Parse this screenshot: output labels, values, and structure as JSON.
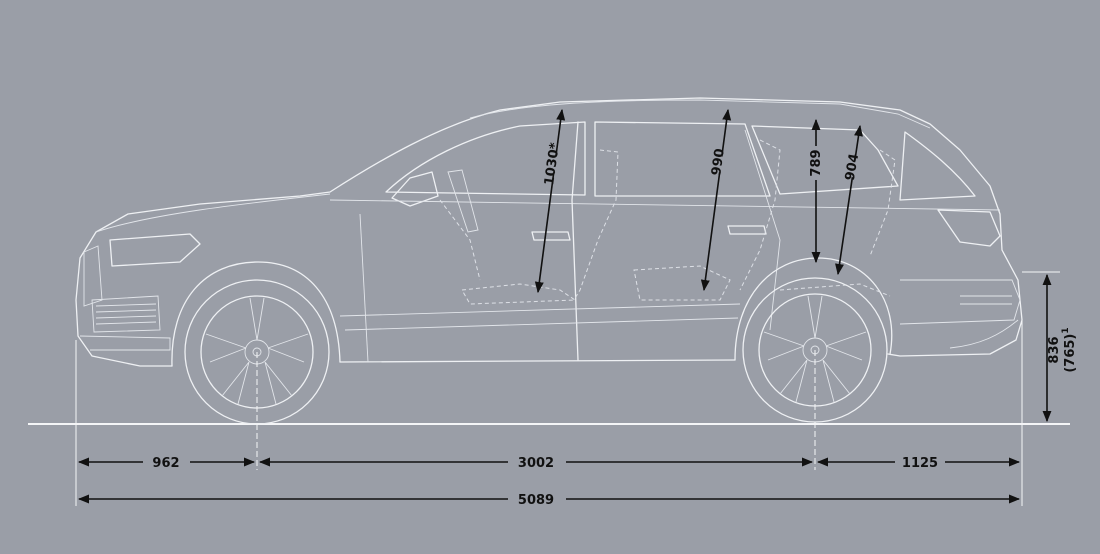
{
  "diagram": {
    "dimensions": {
      "front_overhang": "962",
      "wheelbase": "3002",
      "rear_overhang": "1125",
      "overall_length": "5089",
      "height_rear": "836",
      "height_rear_alt": "(765)",
      "height_rear_alt_note": "1",
      "front_headroom": "1030*",
      "second_row_headroom": "990",
      "third_row_headroom_a": "789",
      "third_row_headroom_b": "904"
    },
    "colors": {
      "background": "#9a9ea7",
      "linework": "#eef0f3",
      "dimension_lines": "#111111"
    }
  }
}
